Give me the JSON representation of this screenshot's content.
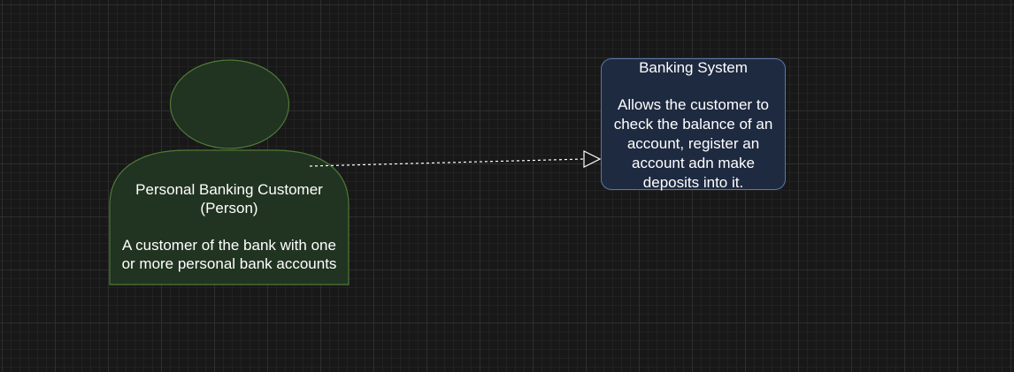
{
  "colors": {
    "background": "#181818",
    "person_fill": "#213321",
    "person_stroke": "#4e7a36",
    "system_fill": "#1e2a40",
    "system_stroke": "#5a77a8",
    "connector": "#ffffff",
    "text": "#ffffff"
  },
  "person": {
    "name": "Personal Banking Customer",
    "type": "(Person)",
    "description_line1": "A customer of the bank with one",
    "description_line2": "or more personal bank accounts"
  },
  "system": {
    "name": "Banking System",
    "description_line1": "Allows the customer to",
    "description_line2": "check the balance of an",
    "description_line3": "account, register an",
    "description_line4": "account adn make",
    "description_line5": "deposits into it."
  },
  "connector": {
    "style": "dashed",
    "arrowhead": "open-triangle"
  }
}
